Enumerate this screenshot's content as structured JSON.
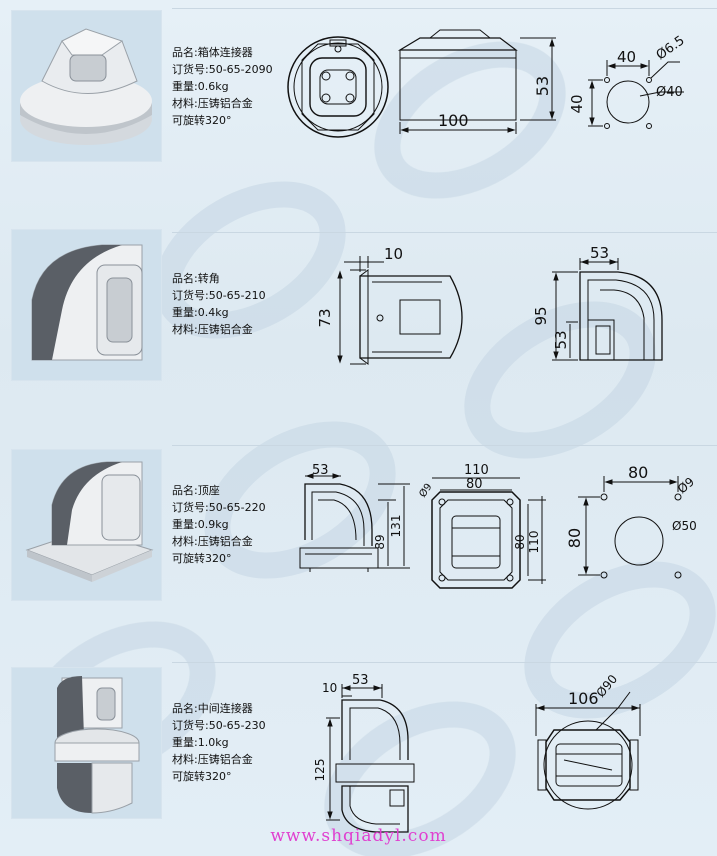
{
  "products": [
    {
      "name_line": "品名:箱体连接器",
      "order_line": "订货号:50-65-2090",
      "weight_line": "重量:0.6kg",
      "material_line": "材料:压铸铝合金",
      "rotate_line": "可旋转320°",
      "dims": {
        "width": "100",
        "height": "53",
        "hole_spacing_x": "40",
        "hole_spacing_y": "40",
        "hole_dia": "Ø6.5",
        "bore_dia": "Ø40"
      }
    },
    {
      "name_line": "品名:转角",
      "order_line": "订货号:50-65-210",
      "weight_line": "重量:0.4kg",
      "material_line": "材料:压铸铝合金",
      "dims": {
        "flange": "10",
        "height": "73",
        "width": "53",
        "total_height": "95",
        "lower_height": "53"
      }
    },
    {
      "name_line": "品名:顶座",
      "order_line": "订货号:50-65-220",
      "weight_line": "重量:0.9kg",
      "material_line": "材料:压铸铝合金",
      "rotate_line": "可旋转320°",
      "dims": {
        "width": "53",
        "h1": "89",
        "h2": "131",
        "outer": "110",
        "inner": "80",
        "inner_v": "80",
        "outer_v": "110",
        "hole_dia": "Ø9",
        "bp_x": "80",
        "bp_y": "80",
        "bp_hole": "Ø9",
        "bp_bore": "Ø50"
      }
    },
    {
      "name_line": "品名:中间连接器",
      "order_line": "订货号:50-65-230",
      "weight_line": "重量:1.0kg",
      "material_line": "材料:压铸铝合金",
      "rotate_line": "可旋转320°",
      "dims": {
        "flange": "10",
        "width": "53",
        "height": "125",
        "top_width": "106",
        "dia": "Ø90"
      }
    }
  ],
  "footer": "www.shqiadyl.com",
  "colors": {
    "accent": "#e040d0",
    "background": "#e3eef6",
    "photo_bg": "#cfe0ec",
    "part_gray": "#5a5f66",
    "part_light": "#eef0f2"
  }
}
